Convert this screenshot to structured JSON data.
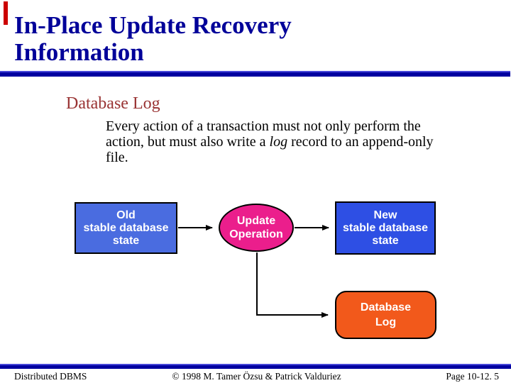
{
  "header": {
    "title_line1": "In-Place Update Recovery",
    "title_line2": "Information"
  },
  "content": {
    "heading": "Database Log",
    "body_line1": "Every action of a transaction must not only perform the",
    "body_line2_pre": "action, but must also write a ",
    "body_line2_italic": "log",
    "body_line2_post": " record to an append-only",
    "body_line3": "file."
  },
  "diagram": {
    "old_state_label": [
      "Old",
      "stable database",
      "state"
    ],
    "update_operation_label": [
      "Update",
      "Operation"
    ],
    "new_state_label": [
      "New",
      "stable database",
      "state"
    ],
    "database_log_label": [
      "Database",
      "Log"
    ]
  },
  "colors": {
    "title_text": "#000099",
    "rule_blue": "#0000a0",
    "accent_red": "#cc0000",
    "heading_red": "#993333",
    "old_box_fill": "#4a6ce0",
    "new_box_fill": "#2e4fe4",
    "ellipse_fill": "#eb1e8c",
    "log_box_fill": "#f2591b",
    "arrow_black": "#000000"
  },
  "footer": {
    "left": "Distributed DBMS",
    "center": "© 1998 M. Tamer Özsu & Patrick Valduriez",
    "right": "Page 10-12. 5"
  }
}
